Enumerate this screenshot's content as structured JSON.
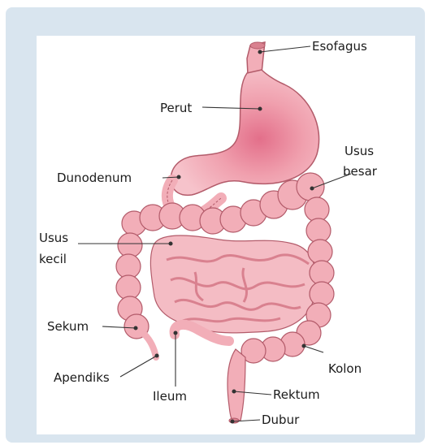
{
  "labels": {
    "esofagus": "Esofagus",
    "perut": "Perut",
    "usus_besar_1": "Usus",
    "usus_besar_2": "besar",
    "dunodenum": "Dunodenum",
    "usus_kecil_1": "Usus",
    "usus_kecil_2": "kecil",
    "sekum": "Sekum",
    "kolon": "Kolon",
    "apendiks": "Apendiks",
    "ileum": "Ileum",
    "rektum": "Rektum",
    "dubur": "Dubur"
  },
  "colors": {
    "frame": "#d9e5ef",
    "panel": "#ffffff",
    "tissue": "#f2aeb8",
    "tissue_dark": "#d9818f",
    "tissue_deep": "#e36f8a",
    "outline": "#b35b6a",
    "leader": "#333333"
  }
}
